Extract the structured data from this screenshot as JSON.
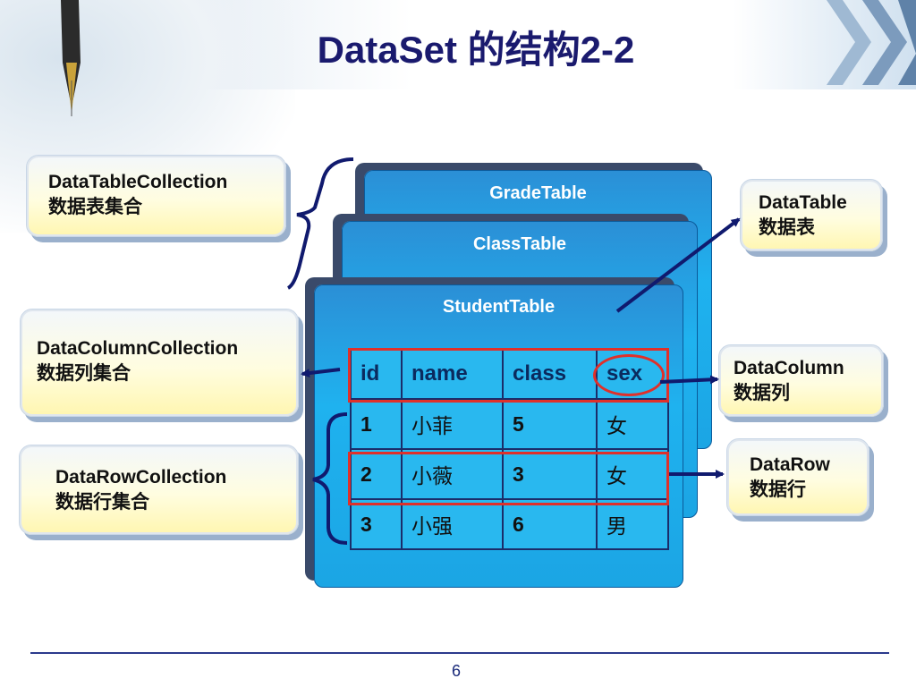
{
  "title": "DataSet 的结构2-2",
  "page_number": "6",
  "tables": {
    "grade": "GradeTable",
    "class": "ClassTable",
    "student": "StudentTable"
  },
  "grid": {
    "headers": [
      "id",
      "name",
      "class",
      "sex"
    ],
    "rows": [
      [
        "1",
        "小菲",
        "5",
        "女"
      ],
      [
        "2",
        "小薇",
        "3",
        "女"
      ],
      [
        "3",
        "小强",
        "6",
        "男"
      ]
    ]
  },
  "callouts": {
    "table_collection": {
      "line1": "DataTableCollection",
      "line2": "数据表集合"
    },
    "column_collection": {
      "line1": "DataColumnCollection",
      "line2": "数据列集合"
    },
    "row_collection": {
      "line1": "DataRowCollection",
      "line2": "数据行集合"
    },
    "data_table": {
      "line1": "DataTable",
      "line2": "数据表"
    },
    "data_column": {
      "line1": "DataColumn",
      "line2": "数据列"
    },
    "data_row": {
      "line1": "DataRow",
      "line2": "数据行"
    }
  },
  "colors": {
    "title": "#1a1a6e",
    "panel": "#1fb2ef",
    "highlight": "#e0302a",
    "arrow": "#101a6e"
  }
}
